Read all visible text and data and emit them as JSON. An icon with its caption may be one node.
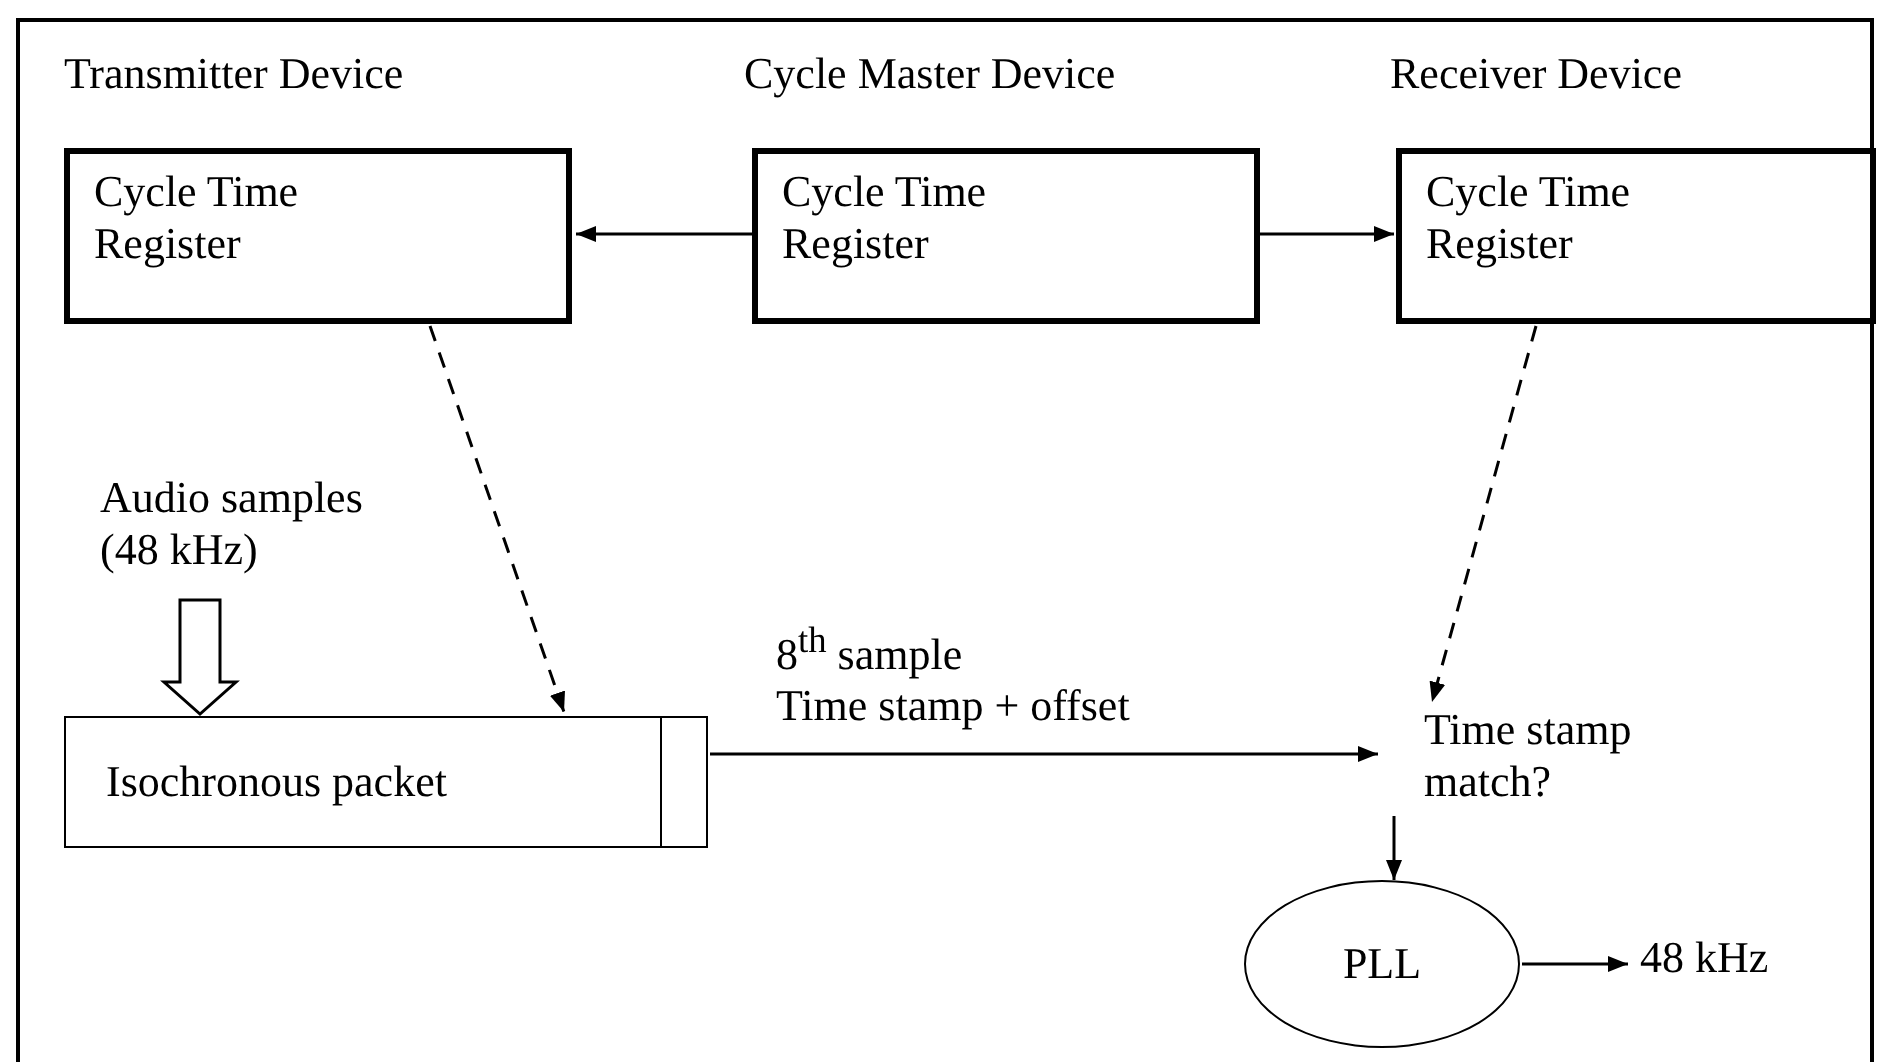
{
  "diagram": {
    "nodes": [
      {
        "text": [
          "Transmitter Device",
          "Cycle Time Register"
        ]
      },
      {
        "text": [
          "Cycle Master Device",
          "Cycle Time Register"
        ]
      },
      {
        "text": [
          "Receiver Device",
          "Cycle Time Register"
        ]
      },
      {
        "text": [
          "Audio samples (48 kHz)"
        ]
      },
      {
        "text": [
          "Isochronous packet"
        ]
      },
      {
        "text": [
          "Time stamp match?"
        ]
      },
      {
        "text": [
          "PLL"
        ]
      },
      {
        "text": [
          "48 kHz"
        ]
      }
    ],
    "edges": [
      {
        "from": 1,
        "to": 0,
        "arrow": "to"
      },
      {
        "from": 1,
        "to": 2,
        "arrow": "to"
      },
      {
        "from": 0,
        "to": 4,
        "arrow": "to",
        "style": "dashed"
      },
      {
        "from": 2,
        "to": 5,
        "arrow": "to",
        "style": "dashed"
      },
      {
        "from": 3,
        "to": 4,
        "arrow": "to",
        "style": "thick"
      },
      {
        "from": 4,
        "to": 5,
        "arrow": "to",
        "label": "Time stamp + offset"
      },
      {
        "from": 5,
        "to": 6,
        "arrow": "to"
      },
      {
        "from": 6,
        "to": 7,
        "arrow": "to"
      }
    ],
    "labels": [
      "8$^{th}$ sample"
    ]
  }
}
